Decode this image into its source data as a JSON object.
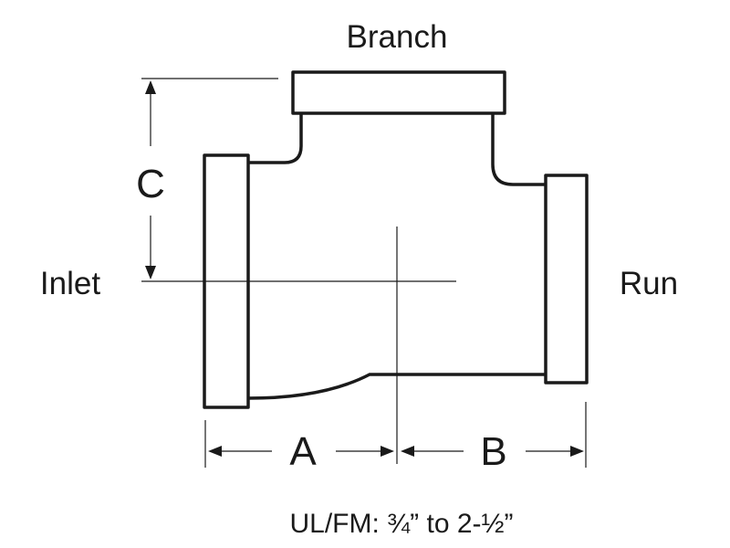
{
  "labels": {
    "branch": "Branch",
    "inlet": "Inlet",
    "run": "Run",
    "dim_a": "A",
    "dim_b": "B",
    "dim_c": "C"
  },
  "caption": "UL/FM: ¾” to 2-½”",
  "colors": {
    "line": "#1a1a1a",
    "background": "#ffffff"
  }
}
